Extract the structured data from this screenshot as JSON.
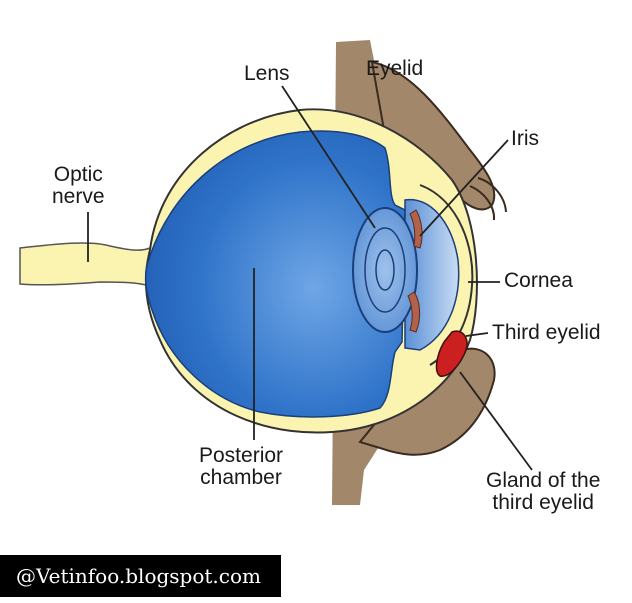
{
  "labels": {
    "lens": "Lens",
    "eyelid": "Eyelid",
    "iris": "Iris",
    "optic_nerve": "Optic\nnerve",
    "cornea": "Cornea",
    "third_eyelid": "Third eyelid",
    "posterior_chamber": "Posterior\nchamber",
    "gland": "Gland of the\nthird eyelid"
  },
  "watermark": "@Vetinfoo.blogspot.com",
  "colors": {
    "sclera_yellow": "#fbf3b0",
    "vitreous_blue": "#2a72c8",
    "eyelid_brown": "#9b7c5f",
    "third_eyelid_red": "#cc2020",
    "outline": "#222222"
  }
}
